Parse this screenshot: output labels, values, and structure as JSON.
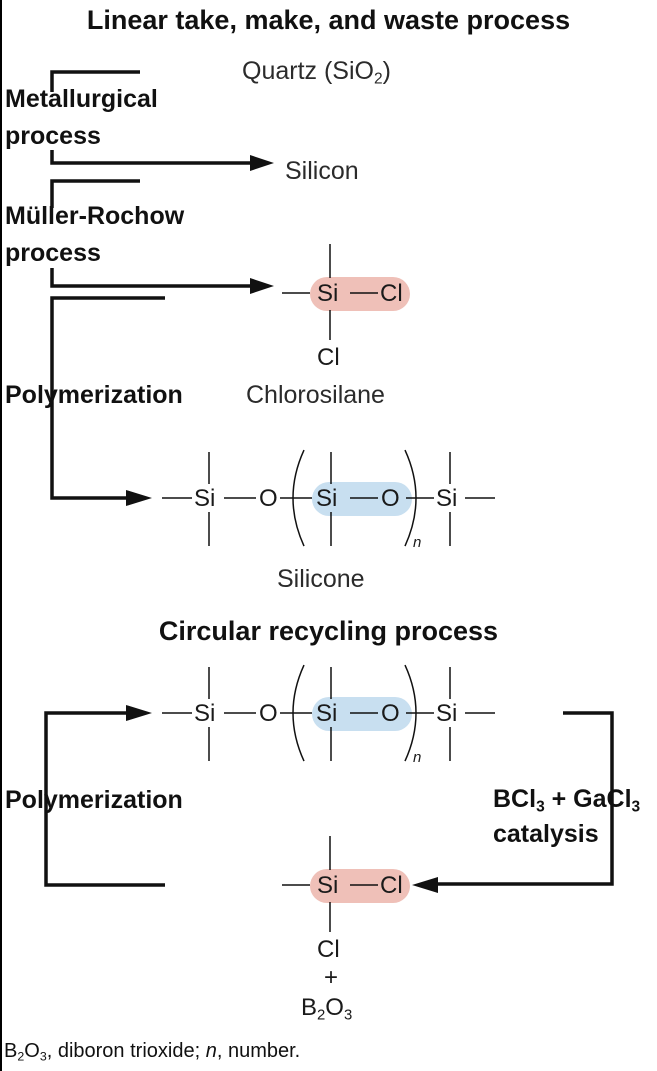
{
  "colors": {
    "red_highlight": "#efc0b8",
    "blue_highlight": "#c8dff0",
    "line": "#111111"
  },
  "titles": {
    "linear": "Linear take, make, and waste process",
    "circular": "Circular recycling process"
  },
  "linear": {
    "quartz": {
      "name": "Quartz (SiO",
      "sub": "2",
      "close": ")"
    },
    "metallurgical": "Metallurgical process",
    "silicon": "Silicon",
    "muller": "Müller-Rochow process",
    "chlorosilane": "Chlorosilane",
    "polymerization": "Polymerization",
    "silicone": "Silicone"
  },
  "circular": {
    "polymerization": "Polymerization",
    "catalysis": {
      "a": "BCl",
      "a_sub": "3",
      "plus": " + GaCl",
      "b_sub": "3",
      "line2": "catalysis"
    },
    "plus": "+",
    "b2o3": {
      "b": "B",
      "b_sub": "2",
      "o": "O",
      "o_sub": "3"
    }
  },
  "atoms": {
    "si": "Si",
    "cl": "Cl",
    "o": "O",
    "n": "n"
  },
  "footnote": {
    "b": "B",
    "b_sub": "2",
    "o": "O",
    "o_sub": "3",
    "rest": ", diboron trioxide; ",
    "n": "n",
    "end": ", number."
  }
}
